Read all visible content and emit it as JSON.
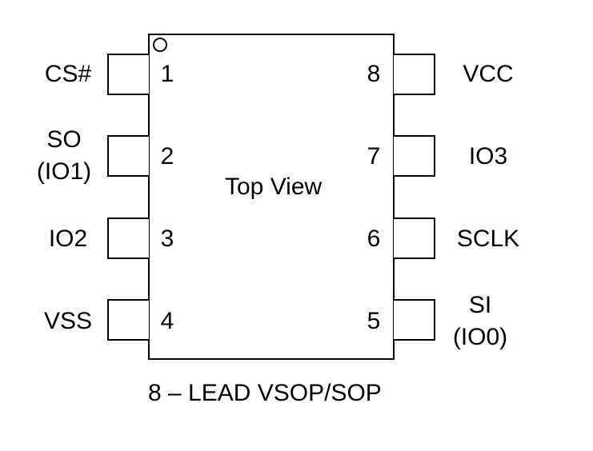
{
  "title": "Top View",
  "package": "8 – LEAD VSOP/SOP",
  "pins": {
    "p1": {
      "number": "1",
      "name": "CS#"
    },
    "p2": {
      "number": "2",
      "name": "SO",
      "alt": "(IO1)"
    },
    "p3": {
      "number": "3",
      "name": "IO2"
    },
    "p4": {
      "number": "4",
      "name": "VSS"
    },
    "p5": {
      "number": "5",
      "name": "SI",
      "alt": "(IO0)"
    },
    "p6": {
      "number": "6",
      "name": "SCLK"
    },
    "p7": {
      "number": "7",
      "name": "IO3"
    },
    "p8": {
      "number": "8",
      "name": "VCC"
    }
  }
}
